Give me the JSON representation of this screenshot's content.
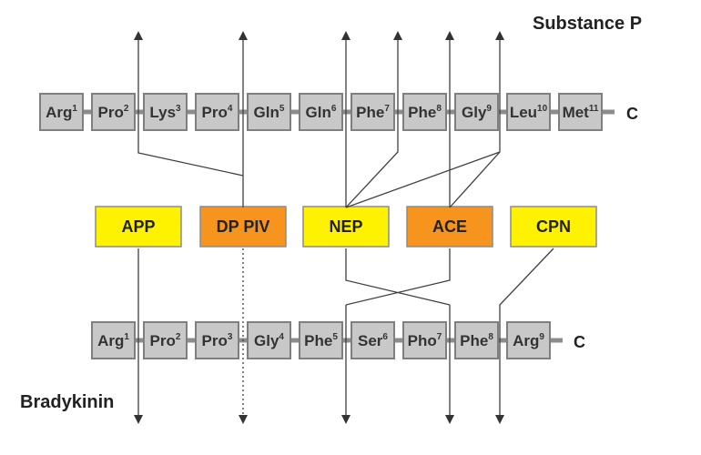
{
  "substance_p": {
    "title": "Substance P",
    "terminal": "C",
    "residues": [
      {
        "name": "Arg",
        "pos": "1"
      },
      {
        "name": "Pro",
        "pos": "2"
      },
      {
        "name": "Lys",
        "pos": "3"
      },
      {
        "name": "Pro",
        "pos": "4"
      },
      {
        "name": "Gln",
        "pos": "5"
      },
      {
        "name": "Gln",
        "pos": "6"
      },
      {
        "name": "Phe",
        "pos": "7"
      },
      {
        "name": "Phe",
        "pos": "8"
      },
      {
        "name": "Gly",
        "pos": "9"
      },
      {
        "name": "Leu",
        "pos": "10"
      },
      {
        "name": "Met",
        "pos": "11"
      }
    ]
  },
  "bradykinin": {
    "title": "Bradykinin",
    "terminal": "C",
    "residues": [
      {
        "name": "Arg",
        "pos": "1"
      },
      {
        "name": "Pro",
        "pos": "2"
      },
      {
        "name": "Pro",
        "pos": "3"
      },
      {
        "name": "Gly",
        "pos": "4"
      },
      {
        "name": "Phe",
        "pos": "5"
      },
      {
        "name": "Ser",
        "pos": "6"
      },
      {
        "name": "Pho",
        "pos": "7"
      },
      {
        "name": "Phe",
        "pos": "8"
      },
      {
        "name": "Arg",
        "pos": "9"
      }
    ]
  },
  "enzymes": [
    {
      "label": "APP",
      "color": "#FFF200"
    },
    {
      "label": "DP PIV",
      "color": "#F7941D"
    },
    {
      "label": "NEP",
      "color": "#FFF200"
    },
    {
      "label": "ACE",
      "color": "#F7941D"
    },
    {
      "label": "CPN",
      "color": "#FFF200"
    }
  ],
  "colors": {
    "residue_fill": "#C8C8C8",
    "residue_border": "#7F7F7F",
    "connector": "#8C8C8C",
    "line": "#404040"
  }
}
